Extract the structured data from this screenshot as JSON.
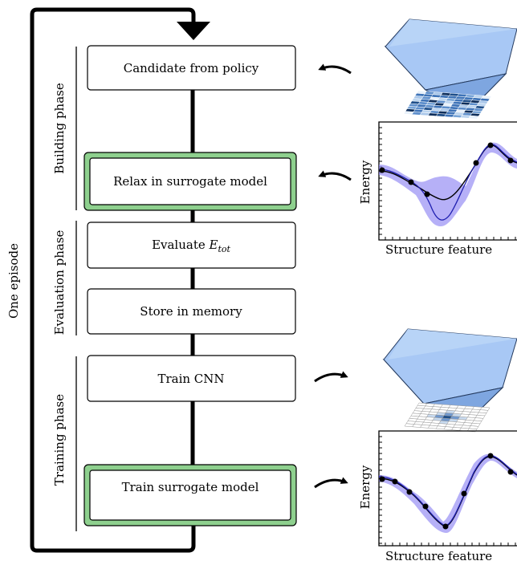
{
  "loop_label": "One episode",
  "phases": {
    "building": "Building phase",
    "evaluation": "Evaluation phase",
    "training": "Training phase"
  },
  "boxes": {
    "candidate": "Candidate from policy",
    "relax": "Relax in surrogate model",
    "evaluate_prefix": "Evaluate ",
    "evaluate_var": "E",
    "evaluate_sub": "tot",
    "store": "Store in memory",
    "train_cnn": "Train CNN",
    "train_surrogate": "Train surrogate model"
  },
  "plots": {
    "top": {
      "ylabel": "Energy",
      "xlabel": "Structure feature"
    },
    "bottom": {
      "ylabel": "Energy",
      "xlabel": "Structure feature"
    }
  },
  "colors": {
    "surrogate_highlight": "#8ed08e",
    "prism_face": "#a8c8f5",
    "uncertainty": "#8f86f2",
    "grid_dark": "#1f4f8a"
  }
}
